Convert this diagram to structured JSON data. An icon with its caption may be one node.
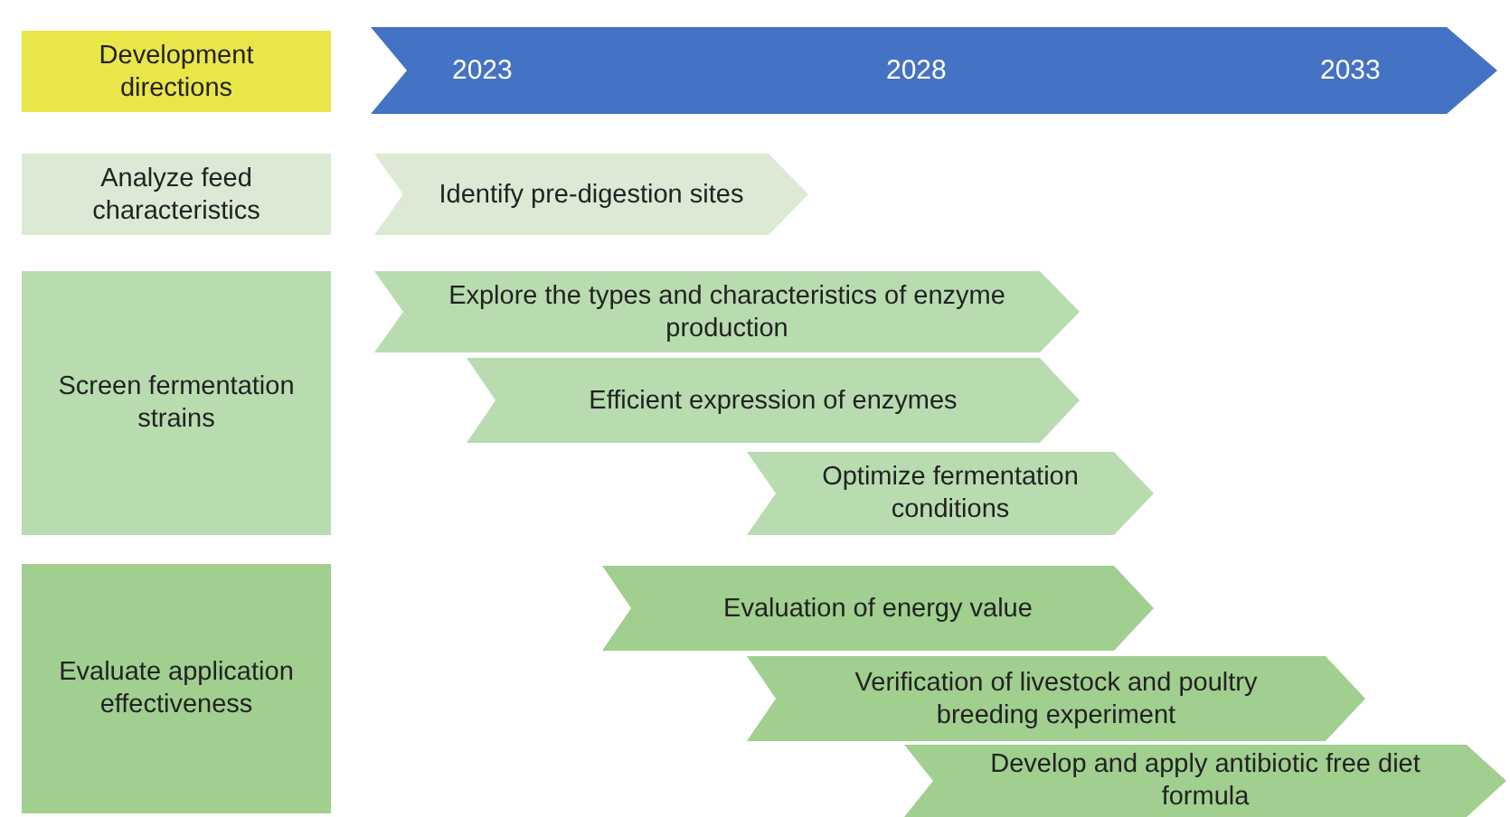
{
  "diagram": {
    "nodes": [
      {
        "text": [
          "Development directions"
        ]
      },
      {
        "text": [
          "2023",
          "2028",
          "2033"
        ]
      },
      {
        "text": [
          "Analyze feed characteristics"
        ]
      },
      {
        "text": [
          "Identify pre-digestion sites"
        ]
      },
      {
        "text": [
          "Screen fermentation strains"
        ]
      },
      {
        "text": [
          "Explore the types and characteristics of enzyme production"
        ]
      },
      {
        "text": [
          "Efficient expression of enzymes"
        ]
      },
      {
        "text": [
          "Optimize fermentation conditions"
        ]
      },
      {
        "text": [
          "Evaluate application effectiveness"
        ]
      },
      {
        "text": [
          "Evaluation of energy value"
        ]
      },
      {
        "text": [
          "Verification of livestock and poultry breeding experiment"
        ]
      },
      {
        "text": [
          "Develop and apply antibiotic free diet formula"
        ]
      }
    ],
    "edges": []
  }
}
